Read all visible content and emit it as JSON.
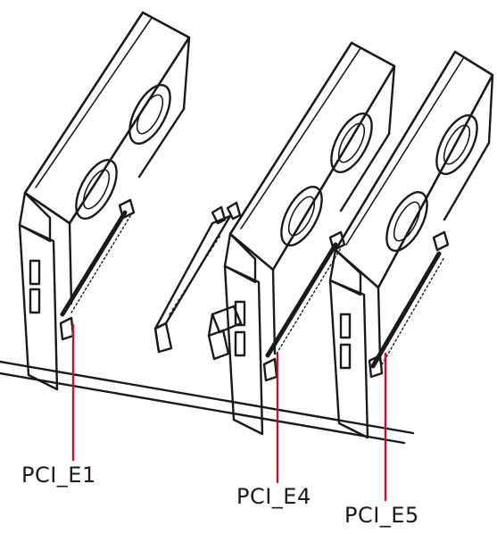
{
  "slots": [
    {
      "id": "e1",
      "label": "PCI_E1",
      "occupied": true
    },
    {
      "id": "e2",
      "label": "",
      "occupied": false
    },
    {
      "id": "e3",
      "label": "",
      "occupied": false
    },
    {
      "id": "e4",
      "label": "PCI_E4",
      "occupied": true
    },
    {
      "id": "e5",
      "label": "PCI_E5",
      "occupied": true
    }
  ],
  "colors": {
    "line_art": "#1a1a1a",
    "leader_line": "#c8102e",
    "background": "#ffffff"
  },
  "icons": {
    "card": "graphics-card-with-two-fans-icon",
    "fan": "fan-icon",
    "slot": "pcie-slot-icon"
  }
}
